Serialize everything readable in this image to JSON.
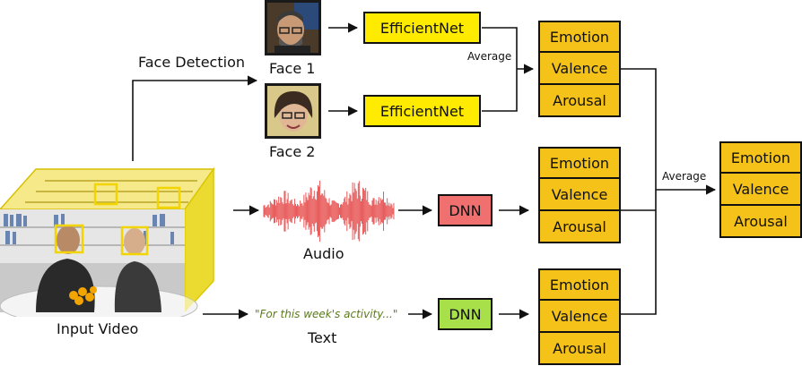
{
  "colors": {
    "efficientnet_fill": "#ffeb00",
    "output_fill": "#f5c21a",
    "audio_dnn_fill": "#f07070",
    "text_dnn_fill": "#a8e04a",
    "waveform": "#e85a5a",
    "quote_text": "#5a7a1a",
    "face_box": "#f2d400"
  },
  "labels": {
    "face_detection": "Face Detection",
    "face1": "Face 1",
    "face2": "Face 2",
    "audio": "Audio",
    "text": "Text",
    "input_video": "Input Video",
    "average_top": "Average",
    "average_right": "Average",
    "transcript_quote": "\"For this week's activity...\""
  },
  "models": {
    "face1_model": "EfficientNet",
    "face2_model": "EfficientNet",
    "audio_model": "DNN",
    "text_model": "DNN"
  },
  "outputs": [
    "Emotion",
    "Valence",
    "Arousal"
  ],
  "icons": [
    "face-photo-1",
    "face-photo-2",
    "audio-waveform",
    "input-video-scene",
    "arrow-icon"
  ]
}
